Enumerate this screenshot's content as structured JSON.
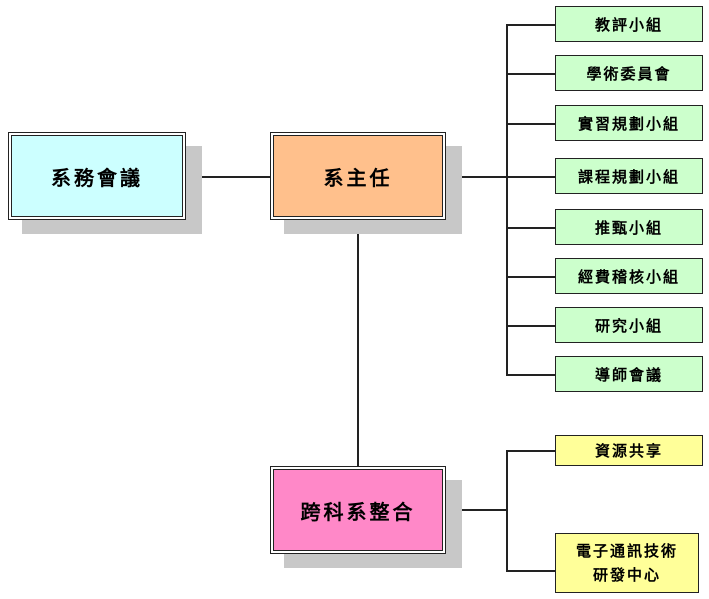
{
  "nodes": {
    "council": {
      "label": "系務會議",
      "color": "#ccffff"
    },
    "chair": {
      "label": "系主任",
      "color": "#ffc08c"
    },
    "integration": {
      "label": "跨科系整合",
      "color": "#ff88c8"
    }
  },
  "committees": {
    "color": "#ccffcc",
    "items": [
      {
        "label": "教評小組"
      },
      {
        "label": "學術委員會"
      },
      {
        "label": "實習規劃小組"
      },
      {
        "label": "課程規劃小組"
      },
      {
        "label": "推甄小組"
      },
      {
        "label": "經費稽核小組"
      },
      {
        "label": "研究小組"
      },
      {
        "label": "導師會議"
      }
    ]
  },
  "integration_units": {
    "color": "#ffff99",
    "resource_sharing": {
      "label": "資源共享"
    },
    "rnd_center": {
      "line1": "電子通訊技術",
      "line2": "研發中心"
    }
  }
}
